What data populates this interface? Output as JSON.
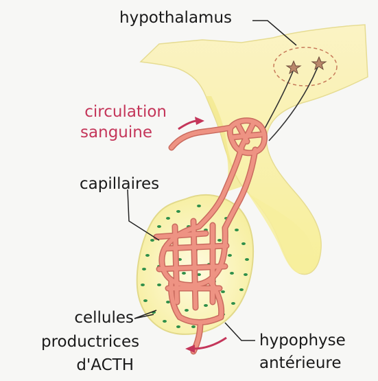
{
  "labels": {
    "hypothalamus": "hypothalamus",
    "circulation": "circulation",
    "sanguine": "sanguine",
    "capillaires": "capillaires",
    "cellules": "cellules",
    "productrices": "productrices",
    "acth": "d'ACTH",
    "hypophyse": "hypophyse",
    "anterieure": "antérieure"
  },
  "colors": {
    "tissue_fill": "#fbf5b8",
    "tissue_stroke": "#e2d98a",
    "vessel": "#e88a78",
    "vessel_outline": "#c96a5e",
    "cells": "#2f8f4a",
    "text_accent": "#c4365a",
    "leader_lines": "#222222"
  }
}
